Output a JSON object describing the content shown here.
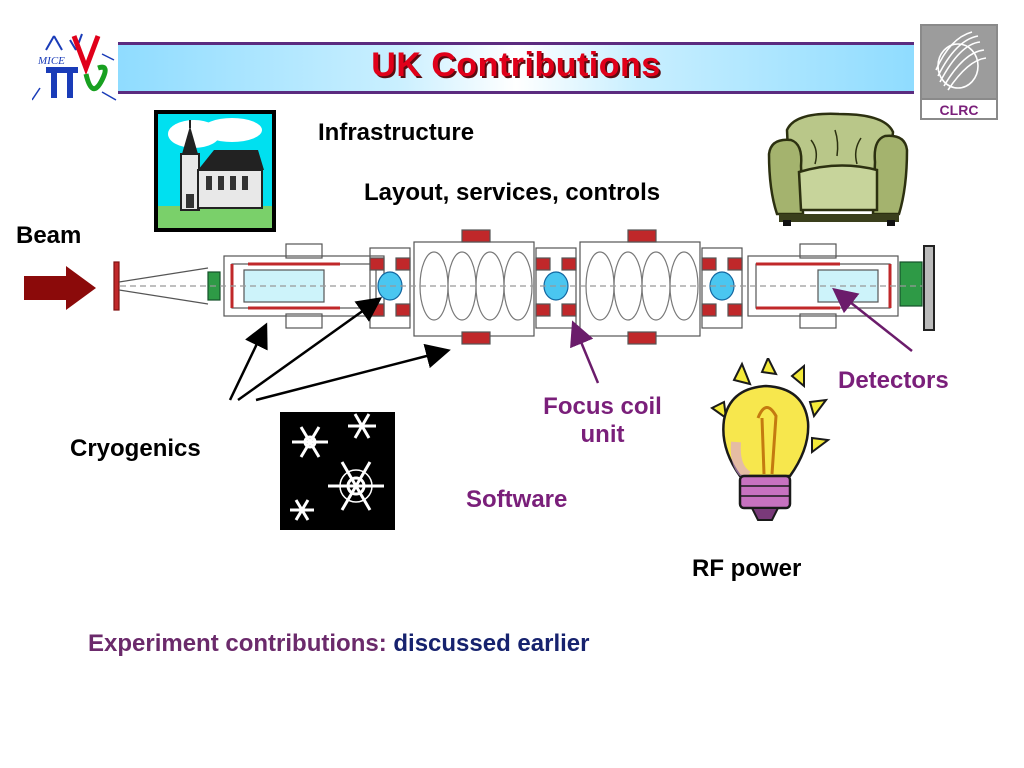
{
  "slide": {
    "title": "UK Contributions",
    "labels": {
      "infrastructure": "Infrastructure",
      "layout_services": "Layout, services, controls",
      "beam": "Beam",
      "detectors": "Detectors",
      "focus_coil_line1": "Focus coil",
      "focus_coil_line2": "unit",
      "cryogenics": "Cryogenics",
      "software": "Software",
      "rf_power": "RF power",
      "experiment_prefix": "Experiment contributions:",
      "experiment_suffix": "discussed earlier"
    },
    "logos": {
      "mice": {
        "icon": "mice-logo",
        "text": "MICE"
      },
      "clrc": {
        "icon": "clrc-logo",
        "text": "CLRC"
      }
    },
    "images": [
      "church-clipart",
      "armchair-clipart",
      "snowflakes-clipart",
      "light-bulb-clipart",
      "beamline-schematic"
    ],
    "colors": {
      "title": "#e0001a",
      "title_shadow": "#5a0b10",
      "banner_border": "#5b2b7f",
      "label_purple": "#7a1f7a",
      "label_navy": "#16226e",
      "beam_arrow": "#8b0a0a"
    }
  }
}
